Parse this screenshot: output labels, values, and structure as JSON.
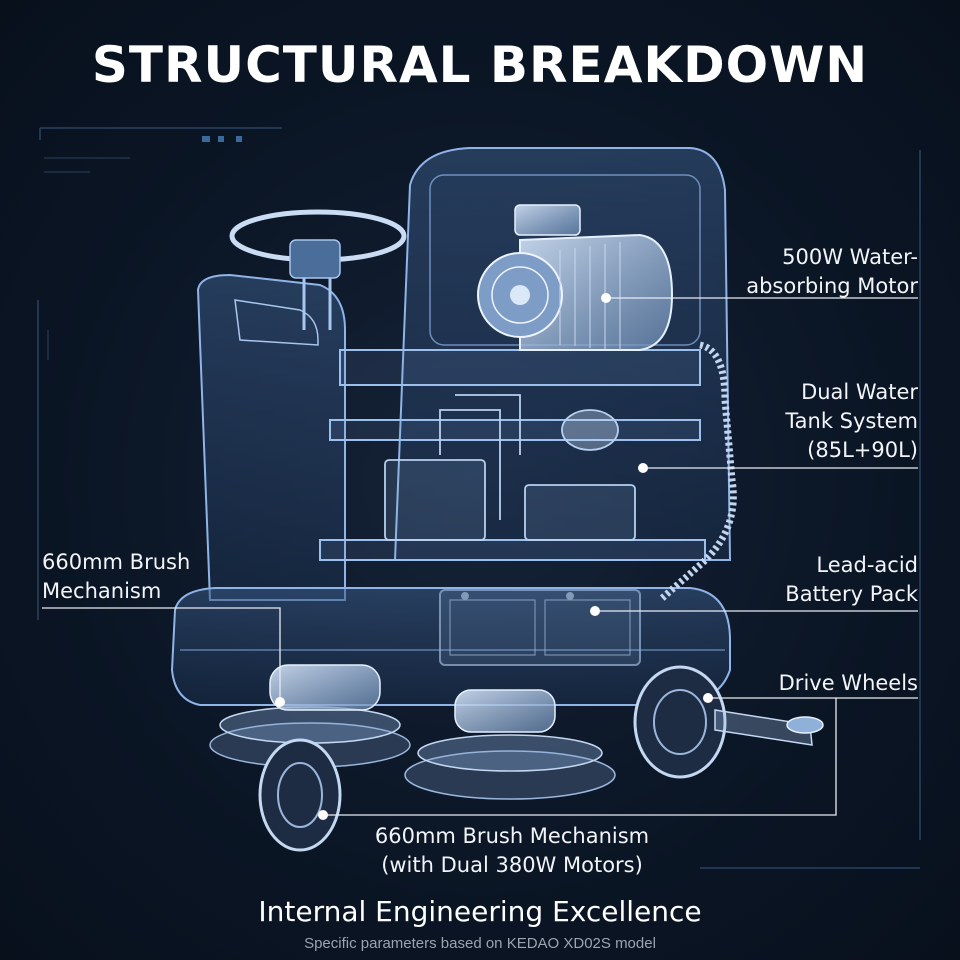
{
  "title": "STRUCTURAL BREAKDOWN",
  "callouts": {
    "motor": {
      "line1": "500W Water-",
      "line2": "absorbing Motor"
    },
    "tank": {
      "line1": "Dual Water",
      "line2": "Tank System",
      "line3": "(85L+90L)"
    },
    "battery": {
      "line1": "Lead-acid",
      "line2": "Battery Pack"
    },
    "wheels": {
      "line1": "Drive Wheels"
    },
    "brush_left": {
      "line1": "660mm Brush",
      "line2": "Mechanism"
    },
    "brush_bottom": {
      "line1": "660mm Brush Mechanism",
      "line2": "(with Dual 380W Motors)"
    }
  },
  "footer": {
    "heading": "Internal Engineering Excellence",
    "subheading": "Specific parameters based on KEDAO XD02S model"
  },
  "colors": {
    "background": "#0b1626",
    "wireframe": "#8fb4e8",
    "callout_line": "#e8ecf2"
  }
}
